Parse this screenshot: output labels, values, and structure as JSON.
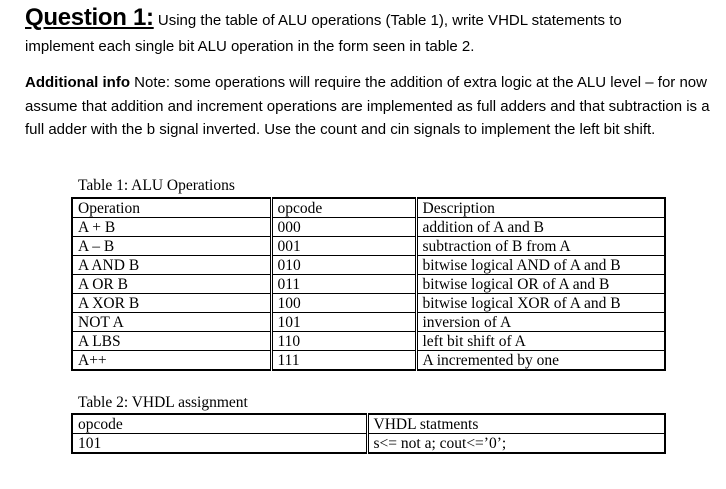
{
  "question": {
    "heading": "Question 1:",
    "line1": " Using the table of ALU operations (Table 1), write VHDL statements to",
    "line2": "implement each single bit ALU operation in the form seen in table 2."
  },
  "additional_info": {
    "label": "Additional info",
    "text": " Note: some operations will require the addition of extra logic at the ALU level – for now assume that addition and increment operations are implemented as full adders and that subtraction is a full adder with the b signal inverted. Use the count and cin signals to implement the left bit shift."
  },
  "table1": {
    "caption": "Table 1: ALU Operations",
    "headers": [
      "Operation",
      "opcode",
      "Description"
    ],
    "rows": [
      [
        "A + B",
        "000",
        "addition of A and B"
      ],
      [
        "A – B",
        "001",
        "subtraction of B from A"
      ],
      [
        "A AND B",
        "010",
        "bitwise logical AND of A and B"
      ],
      [
        "A OR B",
        "011",
        "bitwise logical OR of A and B"
      ],
      [
        "A XOR B",
        "100",
        "bitwise logical XOR of A and B"
      ],
      [
        "NOT A",
        "101",
        "inversion of A"
      ],
      [
        "A LBS",
        "110",
        "left bit shift of A"
      ],
      [
        "A++",
        "111",
        "A incremented by one"
      ]
    ]
  },
  "table2": {
    "caption": "Table 2: VHDL assignment",
    "headers": [
      "opcode",
      "VHDL statments"
    ],
    "rows": [
      [
        "101",
        "s<= not a; cout<=’0’;"
      ]
    ]
  }
}
